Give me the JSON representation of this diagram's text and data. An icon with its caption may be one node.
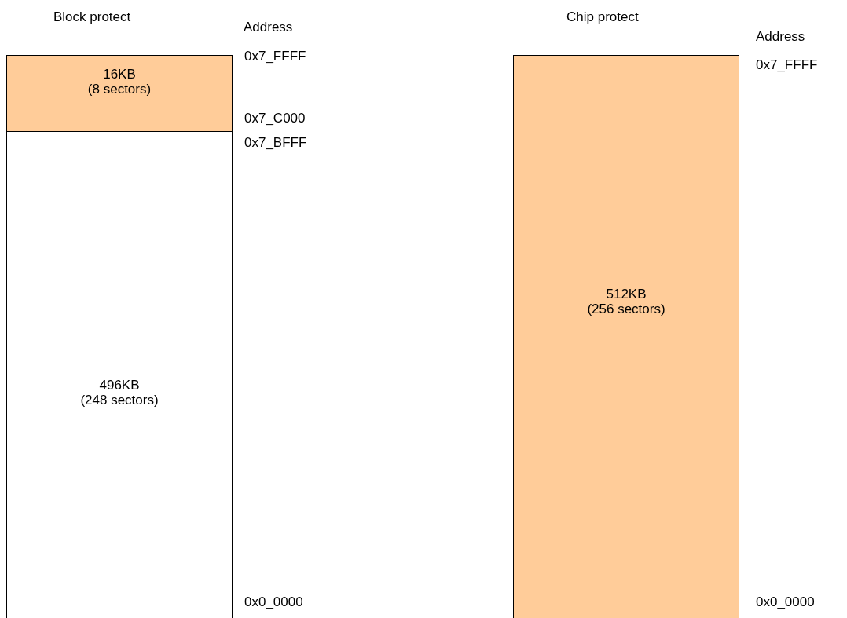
{
  "diagram": {
    "nodes": [
      {
        "text": [
          "16KB (8 sectors)"
        ]
      },
      {
        "text": [
          "496KB (248 sectors)"
        ]
      },
      {
        "text": [
          "512KB (256 sectors)"
        ]
      }
    ],
    "labels": [
      "Block protect",
      "Address",
      "0x7_FFFF",
      "0x7_C000",
      "0x7_BFFF",
      "0x0_0000",
      "Chip protect",
      "Address",
      "0x7_FFFF",
      "0x0_0000"
    ]
  }
}
